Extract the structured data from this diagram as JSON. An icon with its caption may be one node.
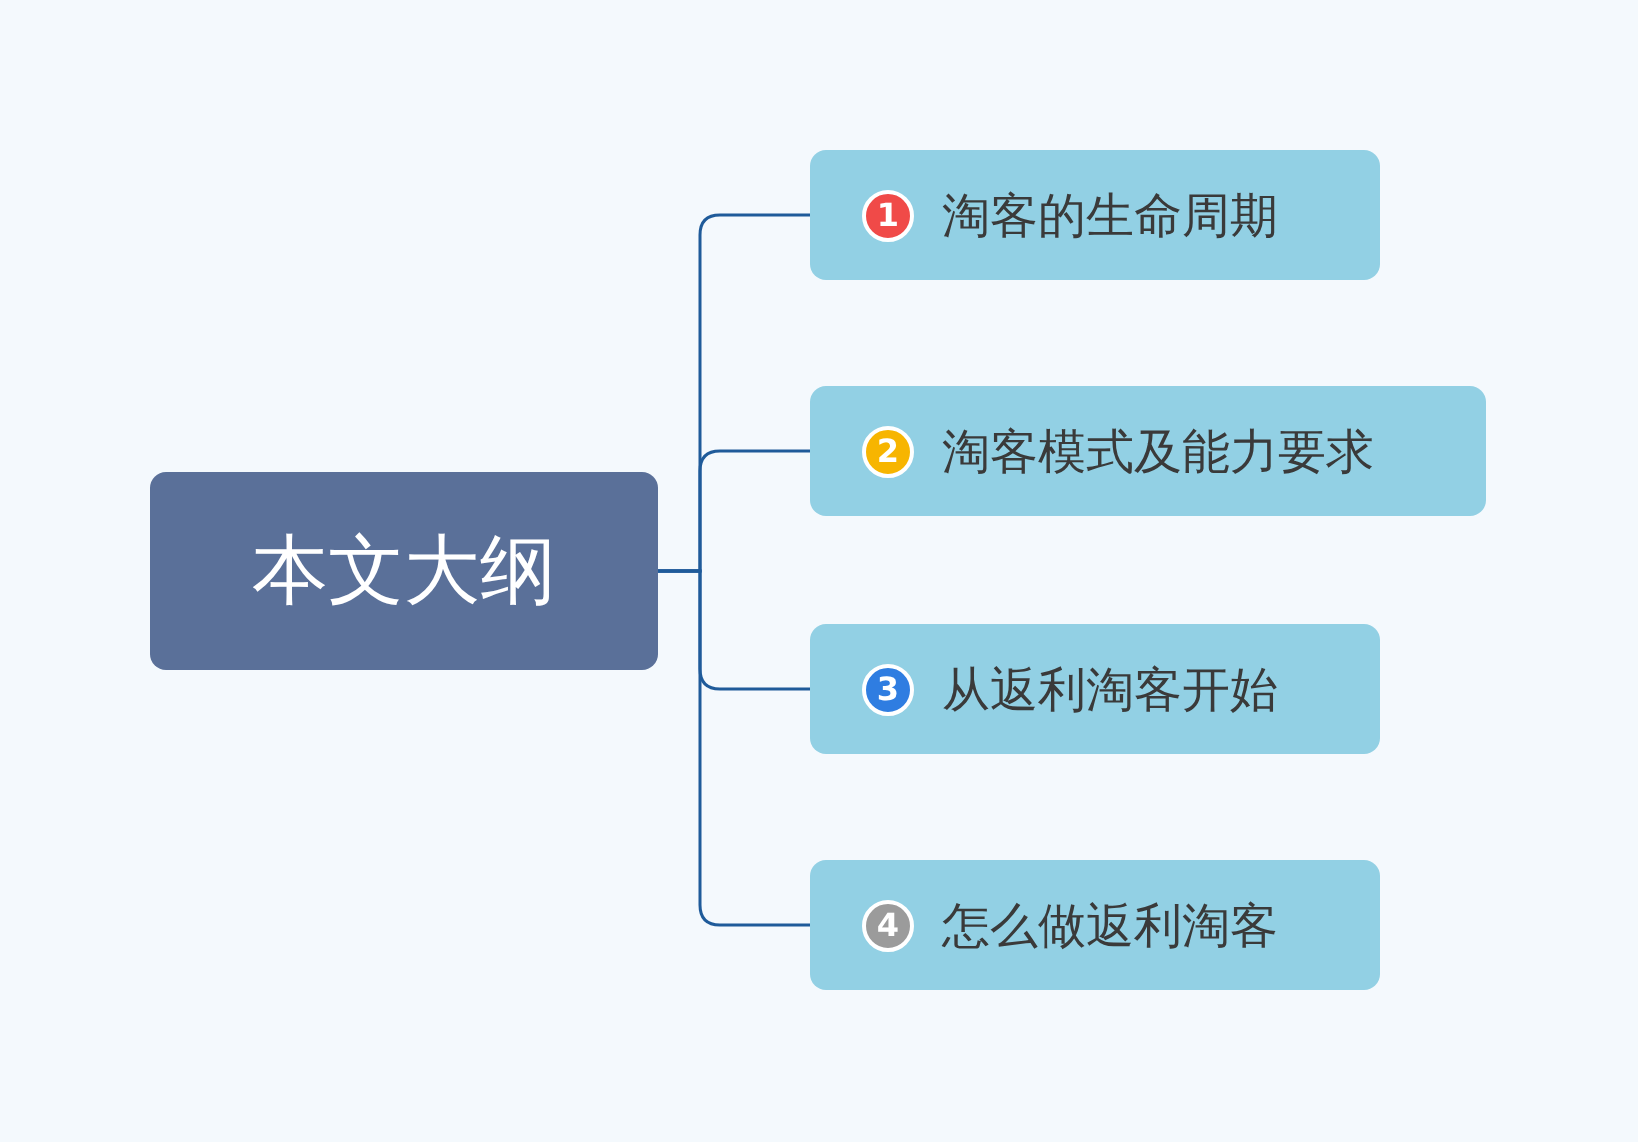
{
  "diagram": {
    "nodes": [
      {
        "text": [
          "本文大纲"
        ]
      },
      {
        "text": [
          "1",
          "淘客的生命周期"
        ]
      },
      {
        "text": [
          "2",
          "淘客模式及能力要求"
        ]
      },
      {
        "text": [
          "3",
          "从返利淘客开始"
        ]
      },
      {
        "text": [
          "4",
          "怎么做返利淘客"
        ]
      }
    ],
    "edges": [
      {
        "from": 0,
        "to": 1,
        "arrow": "none"
      },
      {
        "from": 0,
        "to": 2,
        "arrow": "none"
      },
      {
        "from": 0,
        "to": 3,
        "arrow": "none"
      },
      {
        "from": 0,
        "to": 4,
        "arrow": "none"
      }
    ]
  }
}
